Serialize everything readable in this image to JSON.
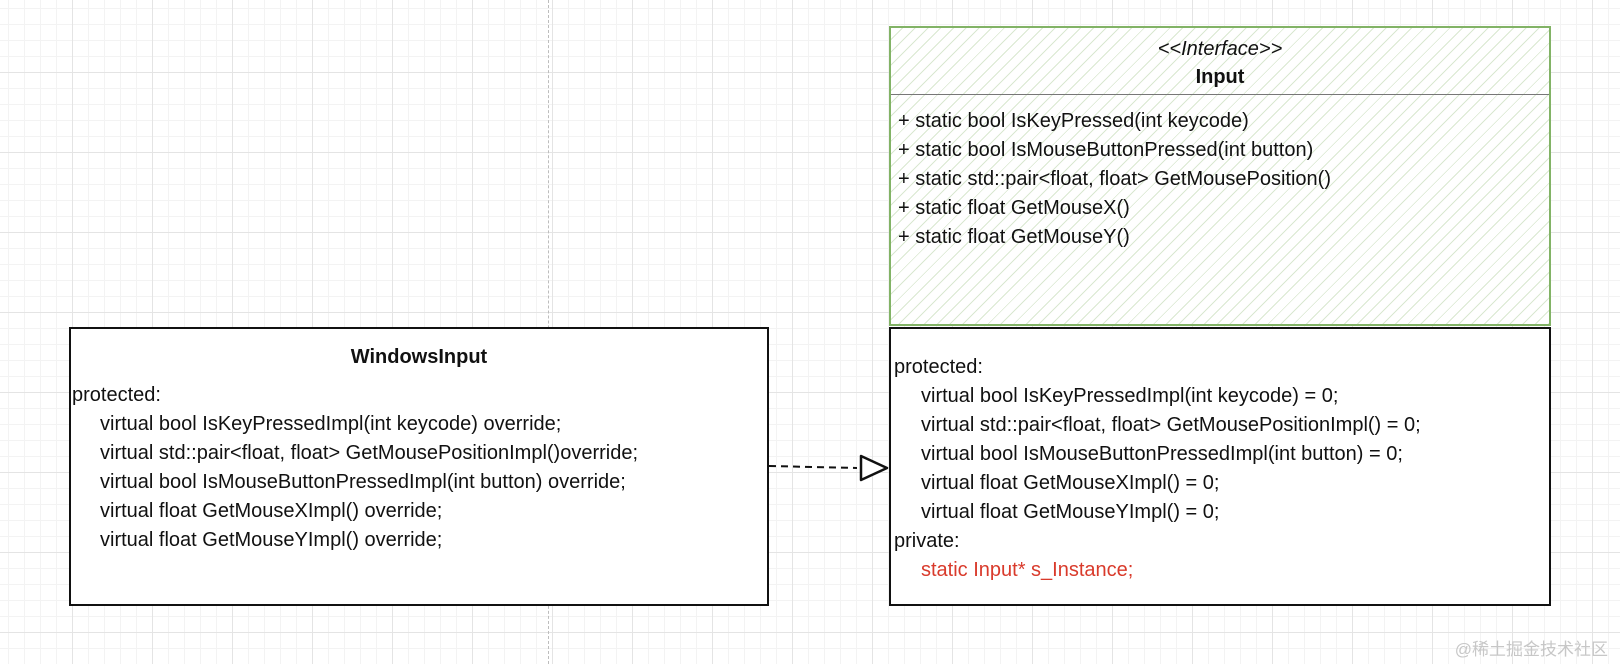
{
  "windows_input": {
    "title": "WindowsInput",
    "lines": [
      {
        "text": "protected:",
        "kind": "label"
      },
      {
        "text": "virtual bool IsKeyPressedImpl(int keycode) override;",
        "kind": "member"
      },
      {
        "text": "virtual std::pair<float, float> GetMousePositionImpl()override;",
        "kind": "member"
      },
      {
        "text": "virtual bool IsMouseButtonPressedImpl(int button) override;",
        "kind": "member"
      },
      {
        "text": "virtual float GetMouseXImpl() override;",
        "kind": "member"
      },
      {
        "text": "virtual float GetMouseYImpl() override;",
        "kind": "member"
      }
    ]
  },
  "input_interface": {
    "stereotype": "<<Interface>>",
    "title": "Input",
    "members": [
      "+ static bool IsKeyPressed(int keycode)",
      "+ static bool IsMouseButtonPressed(int button)",
      "+ static std::pair<float, float> GetMousePosition()",
      "+ static float GetMouseX()",
      "+ static float GetMouseY()"
    ],
    "fill_color": "#d5e8d4",
    "border_color": "#82b366"
  },
  "input_impl": {
    "lines": [
      {
        "text": "protected:",
        "kind": "label"
      },
      {
        "text": "virtual bool IsKeyPressedImpl(int keycode) = 0;",
        "kind": "member"
      },
      {
        "text": "virtual std::pair<float, float> GetMousePositionImpl() = 0;",
        "kind": "member"
      },
      {
        "text": "virtual bool IsMouseButtonPressedImpl(int button) = 0;",
        "kind": "member"
      },
      {
        "text": "virtual float GetMouseXImpl() = 0;",
        "kind": "member"
      },
      {
        "text": "virtual float GetMouseYImpl() = 0;",
        "kind": "member"
      },
      {
        "text": "private:",
        "kind": "label"
      },
      {
        "text": "static Input* s_Instance;",
        "kind": "member",
        "highlight": true
      }
    ],
    "highlight_color": "#d93a2b"
  },
  "watermark": "@稀土掘金技术社区"
}
